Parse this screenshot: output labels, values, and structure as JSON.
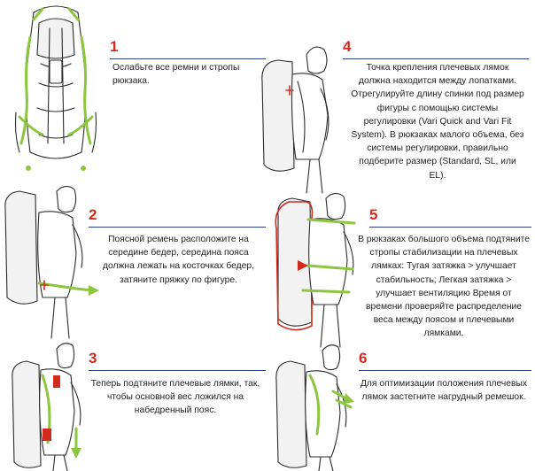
{
  "steps": [
    {
      "number": "1",
      "text": "Ослабьте все ремни и стропы рюкзака."
    },
    {
      "number": "2",
      "text": "Поясной ремень расположите на середине бедер, середина пояса должна лежать на косточках бедер, затяните пряжку по фигуре."
    },
    {
      "number": "3",
      "text": "Теперь подтяните плечевые лямки, так, чтобы основной вес ложился на набедренный пояс."
    },
    {
      "number": "4",
      "text": "Точка крепления плечевых лямок должна находится между лопатками. Отрегулируйте длину спинки под размер фигуры с помощью системы регулировки (Vari Quick and Vari Fit System). В рюкзаках малого объема, без системы регулировки, правильно подберите размер (Standard, SL, или EL)."
    },
    {
      "number": "5",
      "text": "В рюкзаках большого объема подтяните стропы стабилизации на плечевых лямках: Тугая затяжка > улучшает стабильность; Легкая затяжка > улучшает вентиляцию Время от времени проверяйте распределение веса между поясом и плечевыми лямками."
    },
    {
      "number": "6",
      "text": "Для оптимизации положения плечевых лямок застегните нагрудный ремешок."
    }
  ],
  "colors": {
    "accent_number": "#d32a1e",
    "rule": "#2a3d8f",
    "strap_green": "#8cc63f",
    "marker_red": "#d32a1e"
  },
  "icons": [
    "backpack-back-illustration",
    "hiker-hipbelt-illustration",
    "hiker-shoulder-straps-illustration",
    "hiker-back-length-illustration",
    "hiker-stabilizer-straps-illustration",
    "hiker-chest-strap-illustration"
  ]
}
